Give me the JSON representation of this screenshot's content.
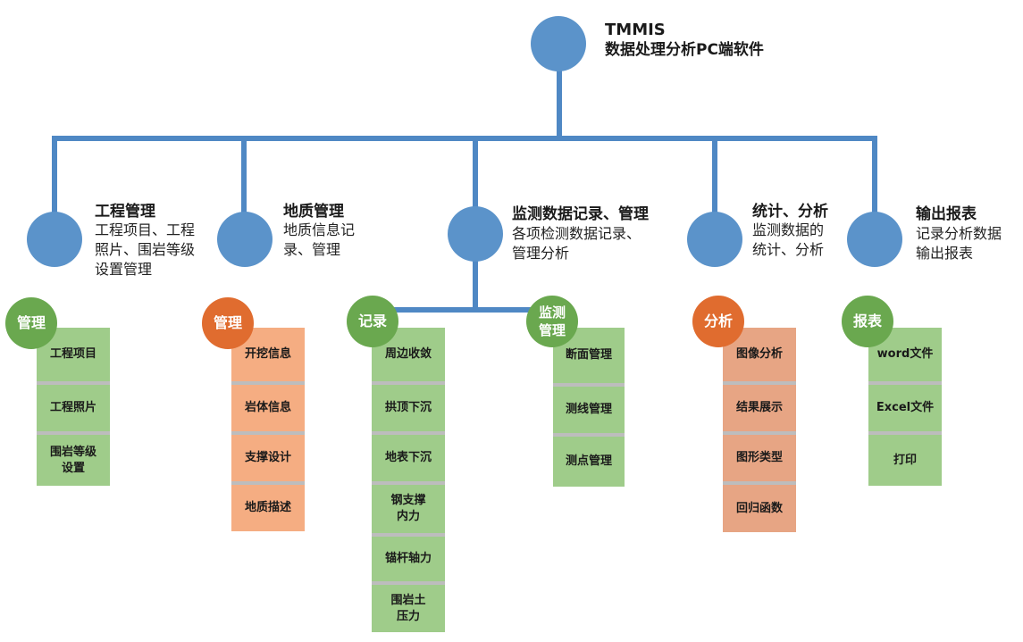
{
  "root": {
    "title": "TMMIS",
    "subtitle": "数据处理分析PC端软件"
  },
  "modules": [
    {
      "title": "工程管理",
      "desc": "工程项目、工程\n照片、围岩等级\n设置管理"
    },
    {
      "title": "地质管理",
      "desc": "地质信息记\n录、管理"
    },
    {
      "title": "监测数据记录、管理",
      "desc": "各项检测数据记录、\n管理分析"
    },
    {
      "title": "统计、分析",
      "desc": "监测数据的\n统计、分析"
    },
    {
      "title": "输出报表",
      "desc": "记录分析数据\n输出报表"
    }
  ],
  "groups": [
    {
      "badge": "管理",
      "badge_color": "green",
      "items": [
        "工程项目",
        "工程照片",
        "围岩等级\n设置"
      ]
    },
    {
      "badge": "管理",
      "badge_color": "orange",
      "items": [
        "开挖信息",
        "岩体信息",
        "支撑设计",
        "地质描述"
      ]
    },
    {
      "badge": "记录",
      "badge_color": "green",
      "items": [
        "周边收敛",
        "拱顶下沉",
        "地表下沉",
        "钢支撑\n内力",
        "锚杆轴力",
        "围岩土\n压力"
      ]
    },
    {
      "badge": "监测\n管理",
      "badge_color": "green",
      "items": [
        "断面管理",
        "测线管理",
        "测点管理"
      ]
    },
    {
      "badge": "分析",
      "badge_color": "orange",
      "items": [
        "图像分析",
        "结果展示",
        "图形类型",
        "回归函数"
      ]
    },
    {
      "badge": "报表",
      "badge_color": "green",
      "items": [
        "word文件",
        "Excel文件",
        "打印"
      ]
    }
  ],
  "colors": {
    "connector": "#4f88c4",
    "node": "#5b93ca",
    "badge_green": "#6aa84f",
    "badge_orange": "#e06c2f",
    "cell_green": "#9fcc8a",
    "cell_orange": "#f5ad82",
    "cell_salmon": "#e7a584"
  }
}
